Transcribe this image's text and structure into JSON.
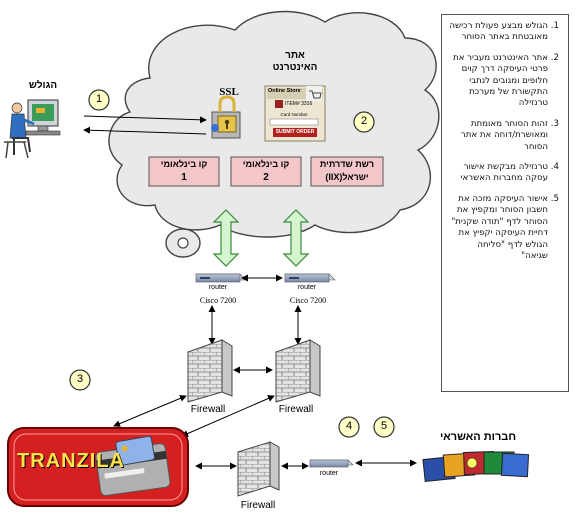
{
  "steps": [
    "הגולש מבצע פעולת רכישה מאובטחת באתר הסוחר",
    "אתר האינטרנט מעביר את פרטי העיסקה דרך קוים חלופים ומגובים לנתבי התקשורת של מערכת טרנזילה",
    "זהות הסוחר מאומתת ומאושרת/דוחה את אתר הסוחר",
    "טרנזילה מבקשת אישור עסקה מחברות האשראי",
    "אישור העיסקה מזכה את חשבון הסוחר ומקפיץ את הסוחר לדף \"תודה שקנית\" דחיית העיסקה יקפיץ את הגולש לדף \"סליחה שגיאה\""
  ],
  "surfer_label": "הגולש",
  "site_label": "אתר האינטרנט",
  "ssl_label": "SSL",
  "store": {
    "title": "Online Store",
    "item": "ITEM# 3316",
    "card": "Card Number",
    "submit": "SUBMIT ORDER"
  },
  "lines": [
    {
      "title": "קו בינלאומי",
      "num": "1"
    },
    {
      "title": "קו בינלאומי",
      "num": "2"
    },
    {
      "title": "רשת שדרתית",
      "num": "ישראל(IIX)"
    }
  ],
  "routers": [
    {
      "label": "router",
      "model": "Cisco 7200"
    },
    {
      "label": "router",
      "model": "Cisco 7200"
    }
  ],
  "firewall_label": "Firewall",
  "router3_label": "router",
  "tranzila_label": "TRANZILA",
  "credit_label": "חברות האשראי",
  "step_numbers": [
    "1",
    "2",
    "3",
    "4",
    "5"
  ]
}
